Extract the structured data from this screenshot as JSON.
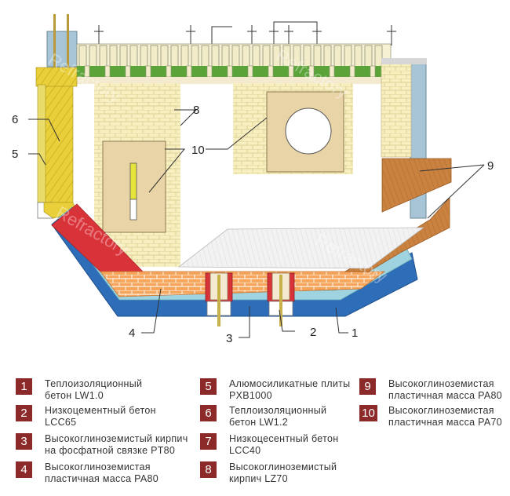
{
  "callouts": [
    "1",
    "2",
    "3",
    "4",
    "5",
    "6",
    "8",
    "9",
    "10"
  ],
  "legend": [
    {
      "num": "1",
      "text": "Теплоизоляционный\nбетон LW1.0"
    },
    {
      "num": "2",
      "text": "Низкоцементный бетон\nLCC65"
    },
    {
      "num": "3",
      "text": "Высокоглиноземистый кирпич\nна фосфатной связке PT80"
    },
    {
      "num": "4",
      "text": "Высокоглиноземистая\nпластичная масса PA80"
    },
    {
      "num": "5",
      "text": "Алюмосиликатные плиты\nPXB1000"
    },
    {
      "num": "6",
      "text": "Теплоизоляционный\nбетон LW1.2"
    },
    {
      "num": "7",
      "text": "Низкоцесентный бетон\nLCC40"
    },
    {
      "num": "8",
      "text": "Высокоглиноземистый\nкирпич LZ70"
    },
    {
      "num": "9",
      "text": "Высокоглиноземистая\nпластичная масса PA80"
    },
    {
      "num": "10",
      "text": "Высокоглиноземистая\nпластичная масса PA70"
    }
  ],
  "watermark": "Refractory",
  "colors": {
    "legend_badge": "#8c2a2a",
    "shell_blue": "#2e6db8",
    "insulation_lightblue": "#9fd3df",
    "castable_red": "#d9333a",
    "brick_orange": "#f4a35a",
    "brick_yellow": "#f6eebd",
    "green_band": "#5aa43a",
    "board_yellow": "#e6d33a",
    "plastic_brown": "#c87a3e",
    "plate_tan": "#e8d4a6"
  }
}
